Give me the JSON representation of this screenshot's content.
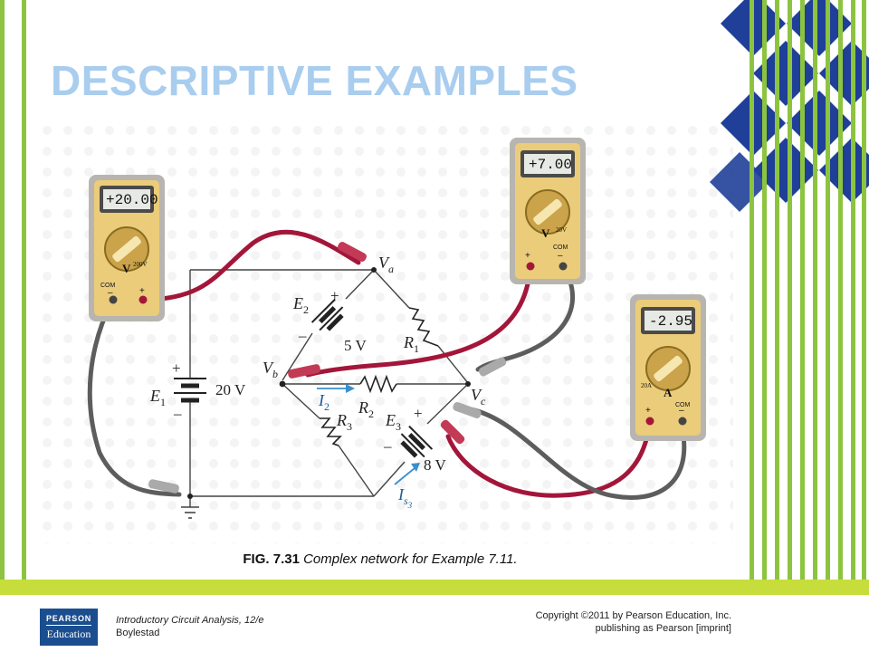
{
  "slide": {
    "title": "DESCRIPTIVE EXAMPLES",
    "caption_fig": "FIG. 7.31",
    "caption_text": "Complex network for Example 7.11.",
    "book_title": "Introductory Circuit Analysis, 12/e",
    "author": "Boylestad",
    "copyright_line1": "Copyright ©2011 by Pearson Education, Inc.",
    "copyright_line2": "publishing as Pearson [imprint]",
    "logo_top": "PEARSON",
    "logo_bottom": "Education"
  },
  "diagram": {
    "nodes": {
      "va": "V",
      "va_sub": "a",
      "vb": "V",
      "vb_sub": "b",
      "vc": "V",
      "vc_sub": "c"
    },
    "e1": {
      "name": "E",
      "sub": "1",
      "value": "20 V",
      "plus": "+",
      "minus": "–"
    },
    "e2": {
      "name": "E",
      "sub": "2",
      "value": "5 V",
      "plus": "+",
      "minus": "–"
    },
    "e3": {
      "name": "E",
      "sub": "3",
      "value": "8 V",
      "plus": "+",
      "minus": "–"
    },
    "r1": {
      "name": "R",
      "sub": "1"
    },
    "r2": {
      "name": "R",
      "sub": "2"
    },
    "r3": {
      "name": "R",
      "sub": "3"
    },
    "i2": {
      "name": "I",
      "sub": "2"
    },
    "is3": {
      "name": "I",
      "sub": "s",
      "sub2": "3"
    }
  },
  "meters": {
    "left": {
      "display": "+20.00",
      "mode": "V",
      "range": "200V",
      "com": "COM",
      "minus": "–",
      "plus": "+"
    },
    "middle": {
      "display": "+7.00",
      "mode": "V",
      "range": "20V",
      "com": "COM",
      "minus": "–",
      "plus": "+"
    },
    "right": {
      "display": "-2.95",
      "mode": "A",
      "range": "20A",
      "com": "COM",
      "minus": "–",
      "plus": "+"
    }
  },
  "colors": {
    "title": "#a9cdee",
    "stripe_green": "#8cc43f",
    "diamond_blue": "#1f3f99",
    "footer_bar": "#c7dd3b",
    "meter_body": "#eacc7a",
    "meter_frame": "#b8b5b0",
    "lead_red": "#a3163a",
    "lead_gray": "#5d5d5d",
    "current_arrow": "#3a8fcf"
  }
}
